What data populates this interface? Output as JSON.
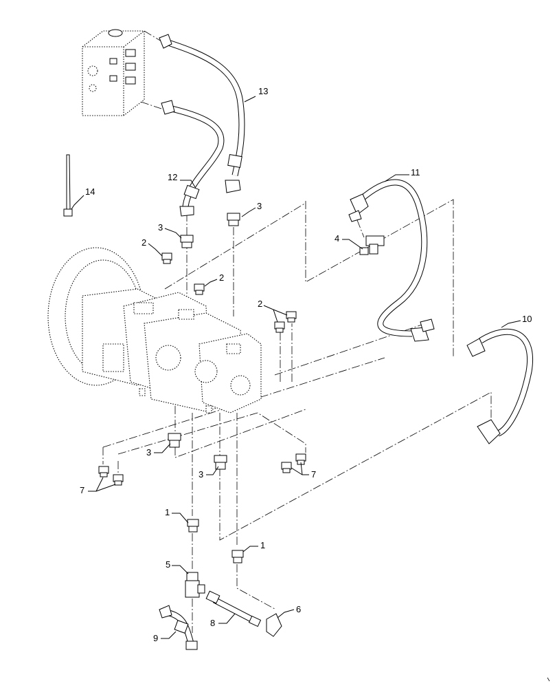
{
  "diagram": {
    "callouts": [
      "1",
      "1",
      "2",
      "2",
      "2",
      "3",
      "3",
      "3",
      "3",
      "4",
      "5",
      "6",
      "7",
      "7",
      "8",
      "9",
      "10",
      "11",
      "12",
      "13",
      "14"
    ]
  }
}
